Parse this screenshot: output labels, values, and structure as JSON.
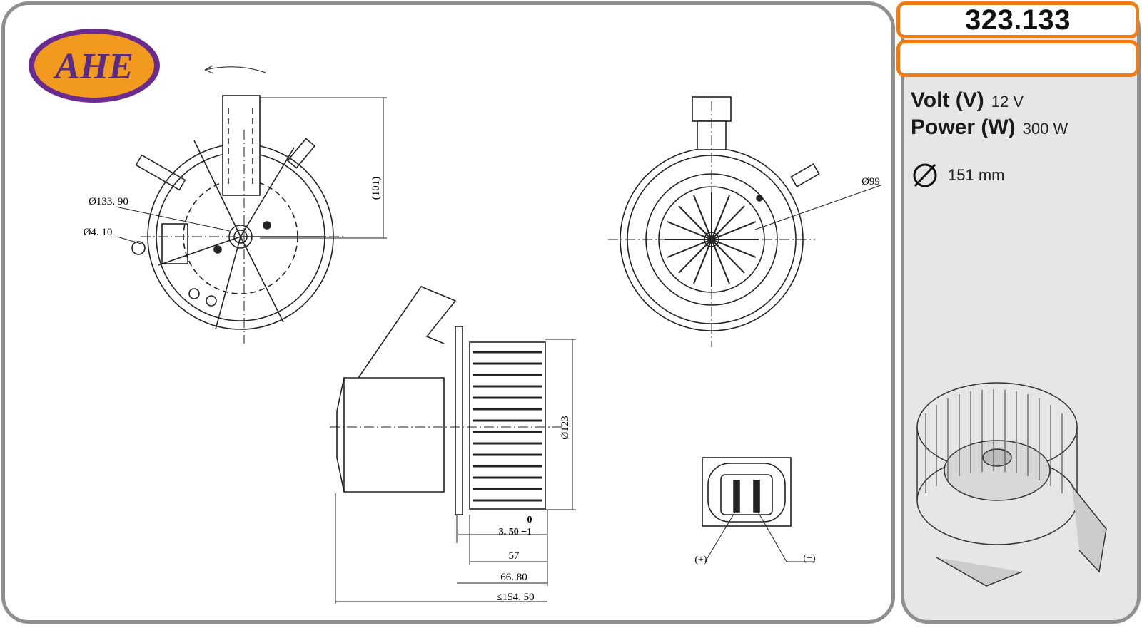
{
  "brand": {
    "logo_text": "AHE",
    "colors": {
      "oval": "#6b2a8f",
      "fill": "#f29a1e",
      "text": "#5a2a8a"
    }
  },
  "product": {
    "code": "323.133",
    "subtitle": ""
  },
  "specs": {
    "volt_label": "Volt (V)",
    "volt_value": "12 V",
    "power_label": "Power (W)",
    "power_value": "300 W",
    "diameter_value": "151 mm"
  },
  "dimensions": {
    "d_133_90": "Ø133. 90",
    "d_4_10": "Ø4. 10",
    "h_101": "(101)",
    "d_99": "Ø99",
    "d_123": "Ø123",
    "tol_upper": "0",
    "tol_main": "3. 50 −1",
    "len_57": "57",
    "len_66_80": "66. 80",
    "len_154_50": "≤154. 50",
    "pin_plus": "(+)",
    "pin_minus": "(−)"
  },
  "accent_color": "#f07d14"
}
